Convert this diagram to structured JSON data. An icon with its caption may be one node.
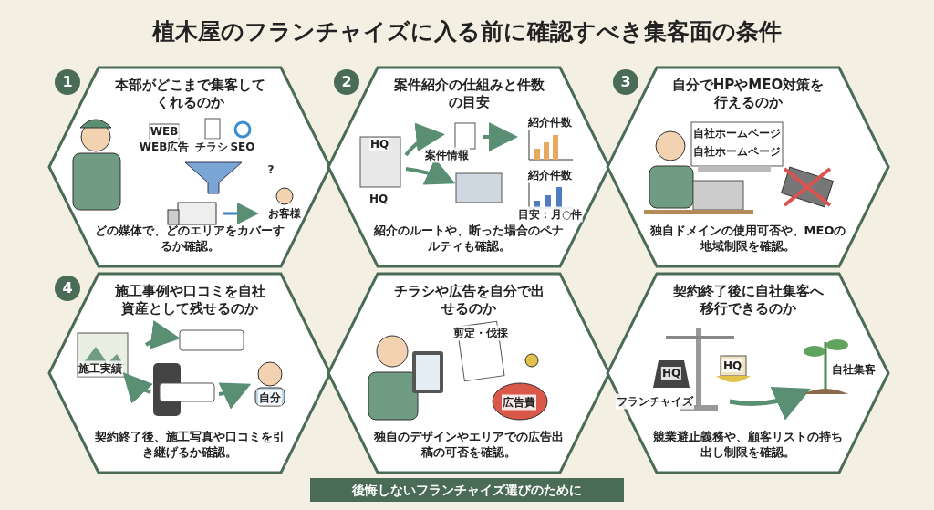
{
  "diagram": {
    "title": "植木屋のフランチャイズに入る前に確認すべき集客面の条件",
    "caption": "後悔しないフランチャイズ選びのために",
    "nodes": [
      {
        "text": [
          "本部がどこまで集客してくれるのか",
          "どの媒体で、どのエリアをカバーするか確認。"
        ],
        "beside": [
          "1"
        ]
      },
      {
        "text": [
          "案件紹介の仕組みと件数の目安",
          "紹介のルートや、断った場合のペナルティも確認。"
        ],
        "beside": [
          "2"
        ]
      },
      {
        "text": [
          "自分でHPやMEO対策を行えるのか",
          "独自ドメインの使用可否や、MEOの地域制限を確認。"
        ],
        "beside": [
          "3"
        ]
      },
      {
        "text": [
          "施工事例や口コミを自社資産として残せるのか",
          "契約終了後、施工写真や口コミを引き継げるか確認。"
        ],
        "beside": [
          "4"
        ]
      },
      {
        "text": [
          "チラシや広告を自分で出せるのか",
          "独自のデザインやエリアでの広告出稿の可否を確認。"
        ]
      },
      {
        "text": [
          "契約終了後に自社集客へ移行できるのか",
          "競業避止義務や、顧客リストの持ち出し制限を確認。"
        ]
      }
    ],
    "labels": [
      "WEB",
      "WEB広告",
      "チラシ",
      "SEO",
      "?",
      "お客様",
      "HQ",
      "HQ",
      "案件情報",
      "紹介件数",
      "紹介件数",
      "目安：月○件",
      "自社ホームページ",
      "自社ホームページ",
      "施工実績",
      "自分",
      "剪定・伐採",
      "広告費",
      "HQ",
      "HQ",
      "フランチャイズ",
      "自社集客"
    ]
  }
}
